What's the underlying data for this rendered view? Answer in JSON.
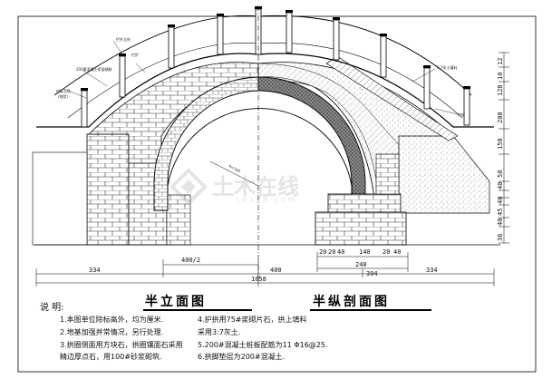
{
  "titles": {
    "left_view": "半立面图",
    "right_view": "半纵剖面图"
  },
  "callouts": {
    "railing_top": "栏杆立柱",
    "railing_mid": "栏杆",
    "deck_layer": "200厚混凝土桥面铺装",
    "parapet": "栏板立柱",
    "curb": "(地伏)",
    "fill_label": "3:7灰土填料",
    "slope_label": "护坡",
    "radius": "R=160"
  },
  "dimensions": {
    "total_width": "1058",
    "left_span": "334",
    "center_span": "400",
    "right_span": "334",
    "half_opening": "400/2",
    "base_a": "20",
    "base_b": "20",
    "base_c": "40",
    "base_mid": "140",
    "base_d": "20",
    "base_e": "40",
    "base_total": "240",
    "foot_total": "394",
    "v_top_a": "12",
    "v_top_b": "10",
    "v_upper": "128",
    "v_mid": "200",
    "v_lower": "150",
    "v_50": "50",
    "v_40a": "40",
    "v_40b": "40",
    "v_45": "45",
    "v_40c": "40",
    "v_36": "36"
  },
  "notes": {
    "heading": "说 明:",
    "items": [
      "1.本图单位除标高外，均为厘米.",
      "2.地基加强并常情况，另行处理.",
      "3.拱圈侧面用方块石，拱圈镶面石采用",
      "   精边厚点石，用100#砂浆砌筑.",
      "4.护拱用75#浆砌片石，拱上填料",
      "   采用3:7灰土.",
      "5.200#混凝土桩板配筋为11 Φ16@25.",
      "6.拱脚垫层为200#混凝土."
    ]
  },
  "watermark": {
    "main": "土木在线",
    "sub": "co188.com"
  }
}
